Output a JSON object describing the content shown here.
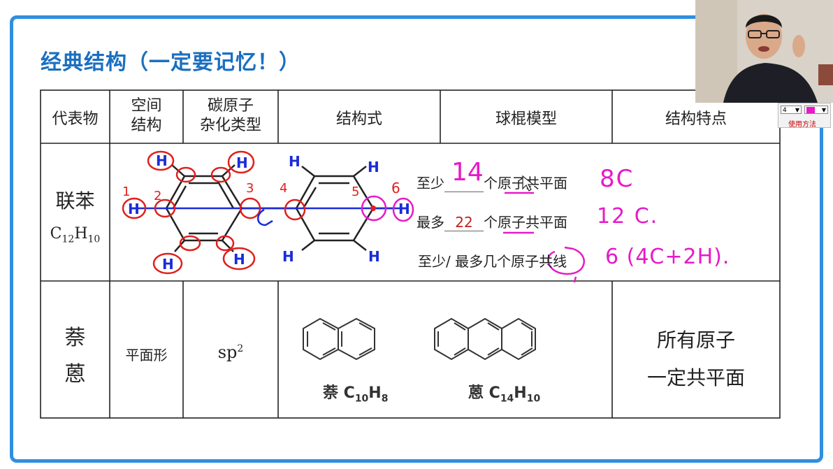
{
  "slide": {
    "title": "经典结构（一定要记忆！）"
  },
  "table": {
    "headers": [
      "代表物",
      "空间结构",
      "碳原子杂化类型",
      "结构式",
      "球棍模型",
      "结构特点"
    ],
    "header_lines": {
      "col1": "代表物",
      "col2a": "空间",
      "col2b": "结构",
      "col3a": "碳原子",
      "col3b": "杂化类型",
      "col4": "结构式",
      "col5": "球棍模型",
      "col6": "结构特点"
    },
    "row1": {
      "name": "联苯",
      "formula_main": "C",
      "formula_sub1": "12",
      "formula_h": "H",
      "formula_sub2": "10",
      "line1_pre": "至少",
      "line1_post": "个原子共平面",
      "line2_pre": "最多",
      "line2_value": "22",
      "line2_post": "个原子共平面",
      "line3": "至少/ 最多几个原子共线"
    },
    "row2": {
      "name_a": "萘",
      "name_b": "蒽",
      "shape": "平面形",
      "hybrid_main": "sp",
      "hybrid_sup": "2",
      "naph_label": "萘 C",
      "naph_sub1": "10",
      "naph_h": "H",
      "naph_sub2": "8",
      "anth_label": "蒽 C",
      "anth_sub1": "14",
      "anth_h": "H",
      "anth_sub2": "10",
      "feature_a": "所有原子",
      "feature_b": "一定共平面"
    }
  },
  "annotations": {
    "min_plane": "14",
    "min_plane_c": "8C",
    "max_plane_c": "12 C.",
    "collinear": "6 (4C+2H).",
    "numbers": [
      "1",
      "2",
      "3",
      "4",
      "5",
      "6"
    ],
    "h_label": "H"
  },
  "toolbar": {
    "pen_size": "4",
    "help_link": "使用方法",
    "pen_color": "#e61ac8"
  },
  "colors": {
    "accent": "#2f8fe0",
    "title": "#1b6fc0",
    "ink_red": "#e0201c",
    "ink_blue": "#1a2bd8",
    "ink_magenta": "#e61ac8"
  }
}
